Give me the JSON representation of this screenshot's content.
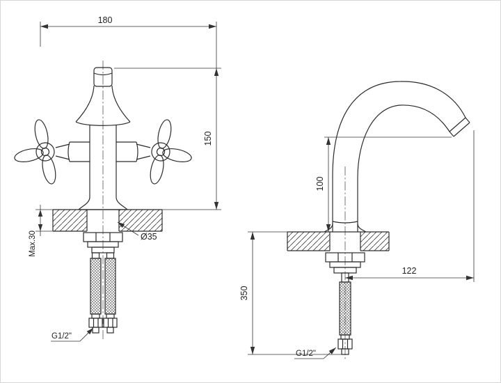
{
  "drawing": {
    "colors": {
      "line": "#2b2b2b",
      "dimension": "#333333",
      "background": "#ffffff"
    },
    "front_view": {
      "width_mm": "180",
      "height_mm": "150",
      "counter_thickness": "Max.30",
      "hole_diameter": "Ø35",
      "thread_size": "G1/2\""
    },
    "side_view": {
      "spout_height_mm": "100",
      "spout_reach_mm": "122",
      "hose_length_mm": "350",
      "thread_size": "G1/2\""
    }
  }
}
